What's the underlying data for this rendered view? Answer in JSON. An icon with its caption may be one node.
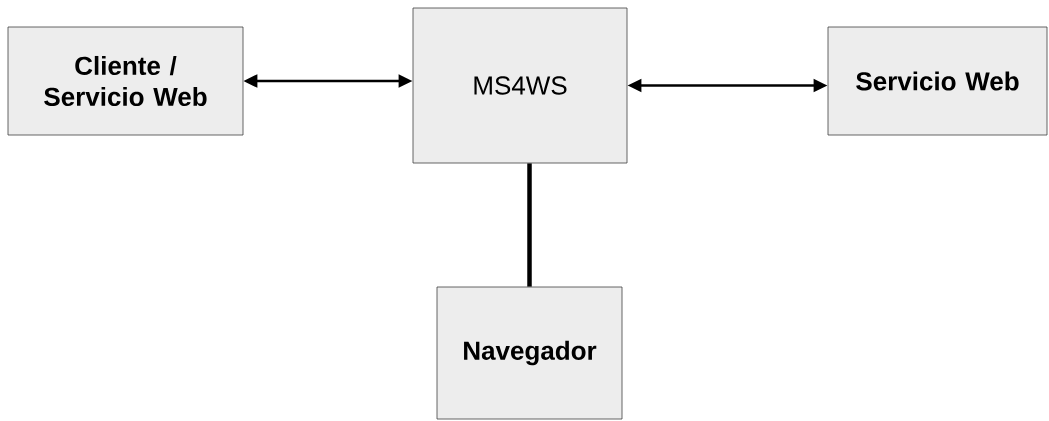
{
  "diagram": {
    "nodes": [
      {
        "text": [
          "Cliente / Servicio Web"
        ]
      },
      {
        "text": [
          "MS4WS"
        ]
      },
      {
        "text": [
          "Servicio Web"
        ]
      },
      {
        "text": [
          "Navegador"
        ]
      }
    ],
    "edges": [
      {
        "from": 0,
        "to": 1,
        "arrow": "both"
      },
      {
        "from": 1,
        "to": 2,
        "arrow": "both"
      },
      {
        "from": 1,
        "to": 3,
        "arrow": "none",
        "style": "thick"
      }
    ]
  }
}
